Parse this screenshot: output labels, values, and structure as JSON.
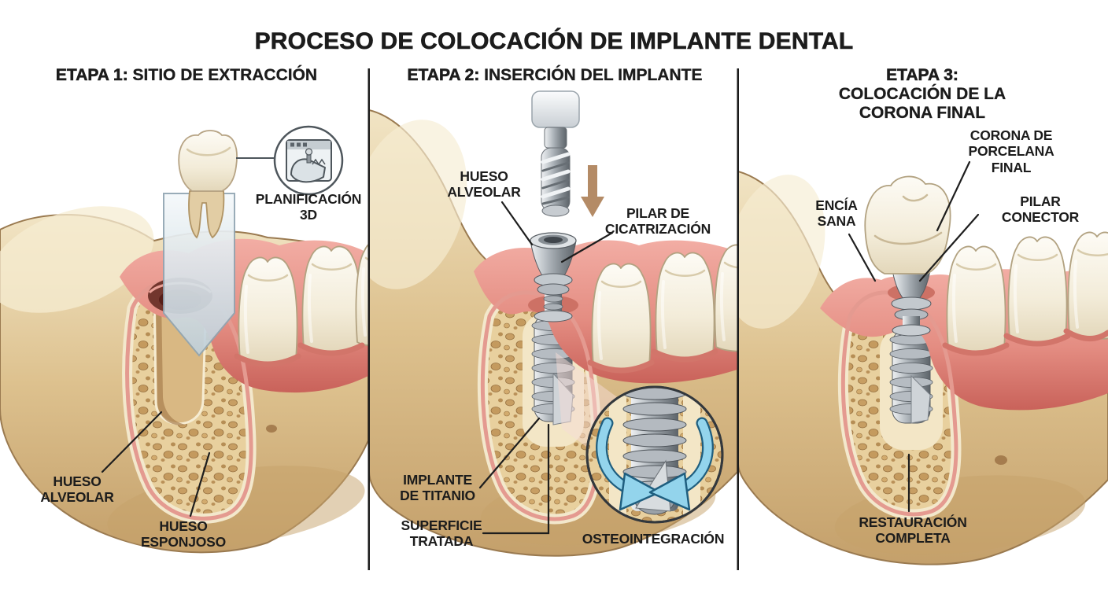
{
  "title": "PROCESO DE COLOCACIÓN DE IMPLANTE DENTAL",
  "panels": [
    {
      "header_prefix": "ETAPA 1:",
      "header_text": "SITIO DE EXTRACCIÓN",
      "labels": {
        "planning": "PLANIFICACIÓN\n3D",
        "alveolar_bone": "HUESO\nALVEOLAR",
        "spongy_bone": "HUESO\nESPONJOSO"
      }
    },
    {
      "header_prefix": "ETAPA 2:",
      "header_text": "INSERCIÓN DEL IMPLANTE",
      "labels": {
        "alveolar_bone": "HUESO\nALVEOLAR",
        "healing_abutment": "PILAR DE\nCICATRIZACIÓN",
        "titanium_implant": "IMPLANTE\nDE TITANIO",
        "treated_surface": "SUPERFICIE\nTRATADA",
        "osteointegration": "OSTEOINTEGRACIÓN"
      }
    },
    {
      "header_prefix": "ETAPA 3:",
      "header_text": "COLOCACIÓN DE LA\nCORONA FINAL",
      "labels": {
        "final_crown": "CORONA DE\nPORCELANA FINAL",
        "healthy_gum": "ENCÍA\nSANA",
        "connector_abutment": "PILAR\nCONECTOR",
        "complete_restoration": "RESTAURACIÓN\nCOMPLETA"
      }
    }
  ],
  "colors": {
    "text": "#1c1c1c",
    "bone": "#ddc18e",
    "spongy_bone": "#e8d09e",
    "gum": "#e48d82",
    "tooth": "#f3ecd9",
    "metal": "#a6adb3",
    "rotation_arrow_blue": "#93d4ec",
    "drill_arrow_brown": "#b48b66"
  }
}
